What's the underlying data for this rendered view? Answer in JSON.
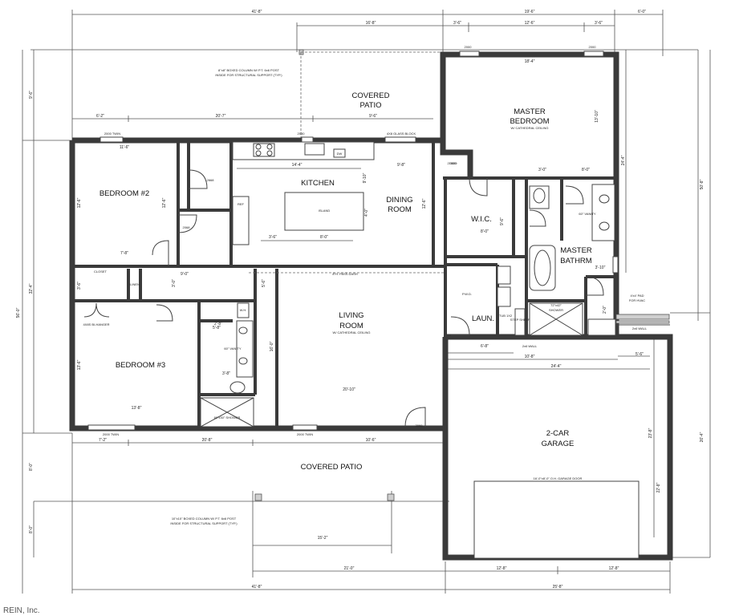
{
  "rooms": {
    "covered_patio_top_line1": "COVERED",
    "covered_patio_top_line2": "PATIO",
    "master_bedroom_line1": "MASTER",
    "master_bedroom_line2": "BEDROOM",
    "master_ceiling": "W/ CATHEDRAL CEILING",
    "bedroom2": "BEDROOM #2",
    "kitchen": "KITCHEN",
    "island": "ISLAND",
    "dining_line1": "DINING",
    "dining_line2": "ROOM",
    "wic": "W.I.C.",
    "master_bath_line1": "MASTER",
    "master_bath_line2": "BATHRM",
    "living_line1": "LIVING",
    "living_line2": "ROOM",
    "living_ceiling": "W/ CATHEDRAL CEILING",
    "laundry": "LAUN.",
    "bedroom3": "BEDROOM #3",
    "garage_line1": "2-CAR",
    "garage_line2": "GARAGE",
    "covered_patio_bottom": "COVERED PATIO"
  },
  "notes": {
    "column_top_line1": "8\"x8\" BOXED COLUMN W/ P.T. 6x6 POST",
    "column_top_line2": "INSIDE FOR STRUCTURAL SUPPORT (TYP.)",
    "column_bottom_line1": "10\"x10\" BOXED COLUMN W/ P.T. 6x6 POST",
    "column_bottom_line2": "INSIDE FOR STRUCTURAL SUPPORT (TYP.)",
    "glass_block": "4X8 GLASS BLOCK",
    "garage_door": "16'-0\"x8'-0\" O.H. GARAGE DOOR",
    "wall_2x6_a": "2x6 WALL",
    "wall_2x6_b": "2x6 WALL",
    "hvac_line1": "4'x4' PAD",
    "hvac_line2": "FOR HVAC",
    "shower_master_line1": "72\"x42\"",
    "shower_master_line2": "SHOWER",
    "shower_hall": "60\"x30\" SHOWER",
    "pantry": "P.W.D.",
    "closet": "CLOSET",
    "linen": "LINEN",
    "built_in_hanger": "4X8S BI-HANGER",
    "vanity_master": "60\" VANITY",
    "vanity_hall": "60\" VANITY",
    "wh": "W.H.",
    "plant_shelf": "8\"H. PASS DASH",
    "window_2030": "2030",
    "window_3020": "3020",
    "window_2000_a": "2000",
    "window_2000_b": "2000",
    "window_2000_twin_a": "2000 TWIN",
    "window_2000_twin_b": "2000 TWIN",
    "window_2000_twin_c": "2000 TWIN",
    "door_2068": "2068",
    "door_2668": "2668",
    "door_3068": "3068",
    "door_21030": "21030",
    "ref": "REF",
    "dw": "DW",
    "shelf": "STEP SHELF",
    "laun_note": "TUB 1X2"
  },
  "dimensions": {
    "total_top": "41'-8\"",
    "top_16_8": "16'-8\"",
    "top_19_6": "19'-6\"",
    "top_right_6": "6'-0\"",
    "top_3_6a": "3'-6\"",
    "top_12_6": "12'-6\"",
    "top_3_6b": "3'-6\"",
    "master_width": "18'-4\"",
    "master_depth": "13'-10\"",
    "patio_left": "6'-2\"",
    "patio_mid": "20'-7\"",
    "patio_right": "9'-6\"",
    "bed2_width": "11'-6\"",
    "bed2_depth_a": "12'-6\"",
    "bed2_depth_b": "12'-6\"",
    "bed2_closet": "7'-8\"",
    "kitchen_width": "14'-4\"",
    "kitchen_depth": "9'-10\"",
    "island_depth": "4'-0\"",
    "island_width": "8'-0\"",
    "island_left": "3'-6\"",
    "dining_width": "9'-8\"",
    "dining_depth": "12'-6\"",
    "wic_w": "8'-0\"",
    "wic_d": "9'-6\"",
    "master_bath_3_0": "3'-0\"",
    "master_bath_8_0": "8'-0\"",
    "left_side_top": "9'-6\"",
    "left_side_total": "56'-0\"",
    "left_side_mid": "32'-4\"",
    "left_bottom_a": "8'-0\"",
    "left_bottom_b": "8'-0\"",
    "right_top": "24'-4\"",
    "right_total": "50'-8\"",
    "right_garage": "26'-4\"",
    "right_inner": "23'-8\"",
    "hall_9_0": "9'-0\"",
    "hall_5_6": "5'-6\"",
    "bath_5_8": "5'-8\"",
    "bath_3_8": "3'-8\"",
    "living_width": "20'-10\"",
    "living_depth": "16'-0\"",
    "bed3_width": "13'-8\"",
    "bed3_depth": "13'-6\"",
    "laun_6_8": "6'-8\"",
    "laun_10_8": "10'-8\"",
    "garage_24_4": "24'-4\"",
    "garage_5_6": "5'-6\"",
    "garage_depth": "22'-8\"",
    "bottom_7_2": "7'-2\"",
    "bottom_20_8": "20'-8\"",
    "bottom_10_6": "10'-6\"",
    "bottom_15_2": "15'-2\"",
    "bottom_21_0": "21'-0\"",
    "bottom_12_8a": "12'-8\"",
    "bottom_12_8b": "12'-8\"",
    "bottom_total_left": "41'-8\"",
    "bottom_total_right": "25'-8\"",
    "mb_3_10": "3'-10\"",
    "mb_2_8": "2'-8\"",
    "closet_3_6": "3'-6\"",
    "small_2_0": "2'-0\"",
    "small_3_0": "3'-0\""
  },
  "credit": "REIN, Inc."
}
